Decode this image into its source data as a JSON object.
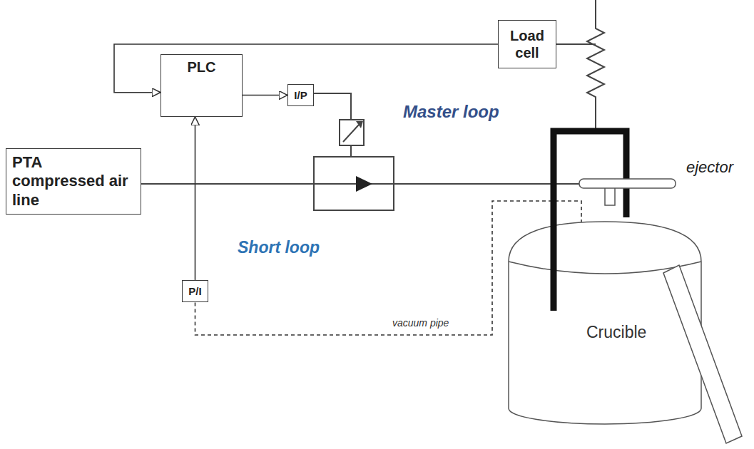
{
  "diagram": {
    "nodes": [
      {
        "text": [
          "Load cell"
        ]
      },
      {
        "text": [
          "PLC"
        ]
      },
      {
        "text": [
          "I/P"
        ]
      },
      {
        "text": [
          "PTA compressed air line"
        ]
      },
      {
        "text": [
          "P/I"
        ]
      },
      {
        "text": [
          "Crucible"
        ]
      }
    ],
    "edges": [
      {
        "from": 0,
        "to": 1,
        "arrow": "to"
      },
      {
        "from": 1,
        "to": 2,
        "arrow": "to"
      },
      {
        "from": 4,
        "to": 1,
        "arrow": "to"
      },
      {
        "from": 5,
        "to": 4,
        "arrow": "none"
      }
    ],
    "labels": [
      "Master loop",
      "Short loop",
      "ejector",
      "vacuum pipe"
    ]
  }
}
